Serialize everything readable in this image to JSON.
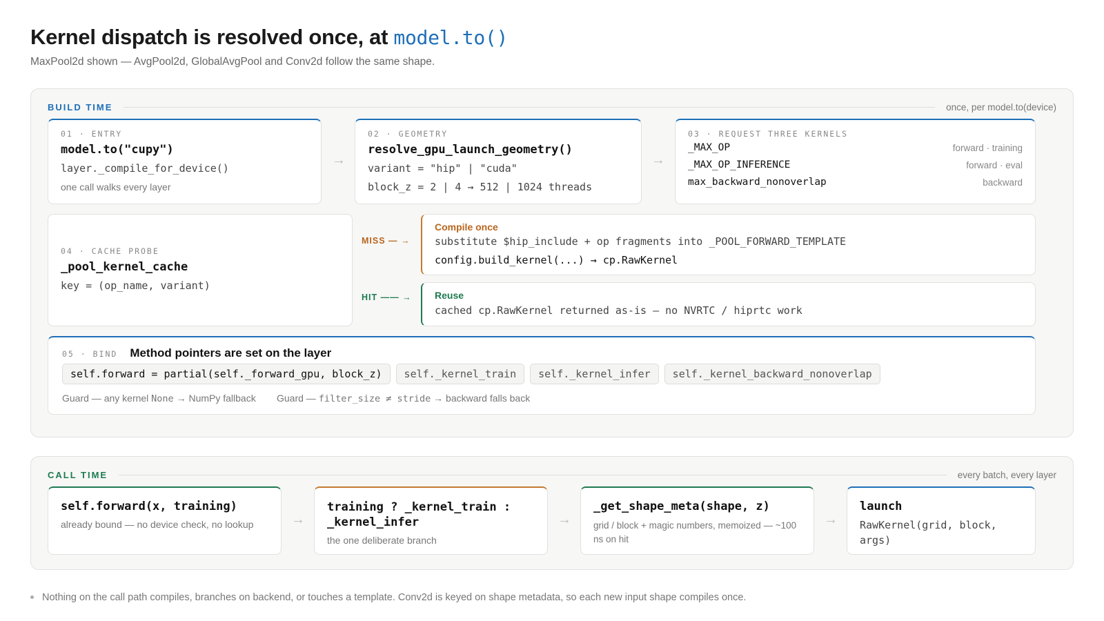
{
  "header": {
    "title_prefix": "Kernel dispatch is resolved once, at ",
    "title_code": "model.to()",
    "subtitle": "MaxPool2d shown — AvgPool2d, GlobalAvgPool and Conv2d follow the same shape."
  },
  "build": {
    "label": "BUILD TIME",
    "note": "once, per model.to(device)",
    "entry": {
      "eyebrow": "01 · ENTRY",
      "title": "model.to(\"cupy\")",
      "line": "layer._compile_for_device()",
      "note": "one call walks every layer"
    },
    "geometry": {
      "eyebrow": "02 · GEOMETRY",
      "title": "resolve_gpu_launch_geometry()",
      "line1": "variant = \"hip\" | \"cuda\"",
      "line2": "block_z = 2 | 4  →  512 | 1024 threads"
    },
    "kernels": {
      "eyebrow": "03 · REQUEST THREE KERNELS",
      "items": [
        {
          "name": "_MAX_OP",
          "mode": "forward · training"
        },
        {
          "name": "_MAX_OP_INFERENCE",
          "mode": "forward · eval"
        },
        {
          "name": "max_backward_nonoverlap",
          "mode": "backward"
        }
      ]
    },
    "cache": {
      "eyebrow": "04 · CACHE PROBE",
      "title": "_pool_kernel_cache",
      "line": "key = (op_name, variant)"
    },
    "miss": {
      "label": "MISS — →",
      "title": "Compile once",
      "line1": "substitute $hip_include + op fragments into _POOL_FORWARD_TEMPLATE",
      "line2": "config.build_kernel(...) → cp.RawKernel"
    },
    "hit": {
      "label": "HIT —— →",
      "title": "Reuse",
      "line": "cached cp.RawKernel returned as-is — no NVRTC / hiprtc work"
    },
    "bind": {
      "eyebrow": "05 · BIND",
      "title": "Method pointers are set on the layer",
      "chips": [
        "self.forward = partial(self._forward_gpu, block_z)",
        "self._kernel_train",
        "self._kernel_infer",
        "self._kernel_backward_nonoverlap"
      ],
      "guard1_pre": "Guard — any kernel ",
      "guard1_code": "None",
      "guard1_post": " → NumPy fallback",
      "guard2_pre": "Guard — ",
      "guard2_code": "filter_size ≠ stride",
      "guard2_post": " → backward falls back"
    }
  },
  "call": {
    "label": "CALL TIME",
    "note": "every batch, every layer",
    "steps": [
      {
        "title": "self.forward(x, training)",
        "note": "already bound — no device check, no lookup"
      },
      {
        "title": "training ? _kernel_train :\n_kernel_infer",
        "note": "the one deliberate branch"
      },
      {
        "title": "_get_shape_meta(shape, z)",
        "note": "grid / block + magic numbers, memoized — ~100\nns on hit"
      },
      {
        "title": "launch",
        "note": "RawKernel(grid, block,\nargs)"
      }
    ]
  },
  "arrow_glyph": "→",
  "footnote": "Nothing on the call path compiles, branches on backend, or touches a template. Conv2d is keyed on shape metadata, so each new input shape compiles once.",
  "colors": {
    "accent_blue": "#1d6fb8",
    "accent_green": "#1d7a4f",
    "accent_orange": "#b8651d"
  }
}
